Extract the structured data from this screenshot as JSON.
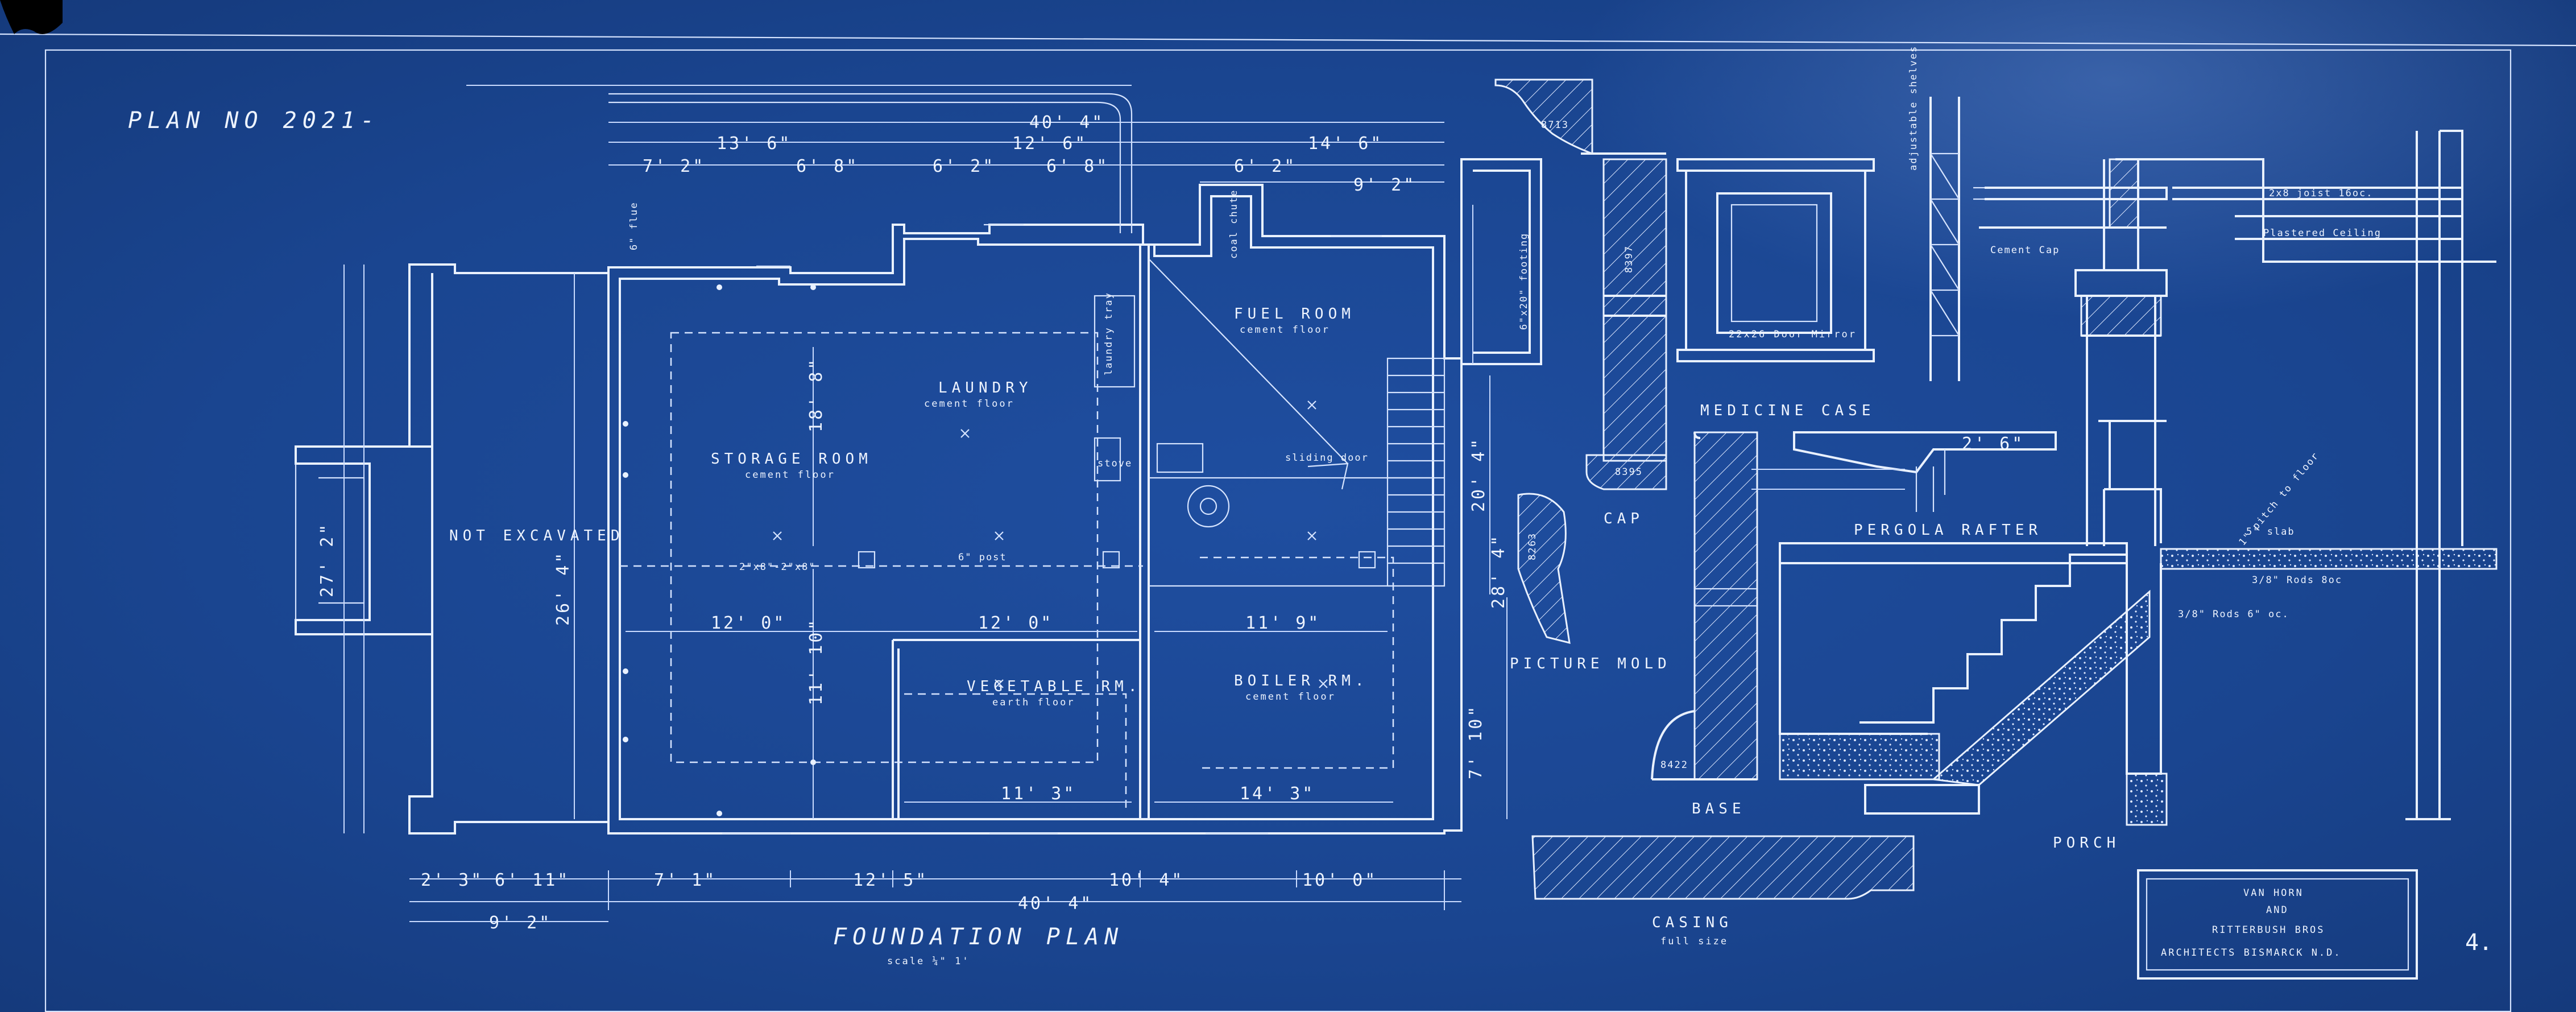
{
  "sheet": {
    "plan_number": "PLAN NO 2021-",
    "page_number": "4."
  },
  "title": {
    "plan_title": "FOUNDATION PLAN",
    "plan_scale": "scale ¼\" 1'"
  },
  "rooms": {
    "not_excavated": "NOT EXCAVATED",
    "storage": "STORAGE ROOM",
    "storage_floor": "cement floor",
    "laundry": "LAUNDRY",
    "laundry_floor": "cement floor",
    "fuel": "FUEL ROOM",
    "fuel_floor": "cement floor",
    "vegetable": "VEGETABLE RM.",
    "vegetable_floor": "earth floor",
    "boiler": "BOILER RM.",
    "boiler_floor": "cement floor"
  },
  "notes": {
    "coal_chute": "coal chute",
    "post": "6\" post",
    "beam": "2\"x8\"-2\"x8\"",
    "footing": "6\"x20\" footing",
    "flue": "6\" flue",
    "laundry_tray": "laundry tray",
    "sliding_door": "sliding door",
    "stove": "stove",
    "joist_note": "2x8 joist 16oc.",
    "plastered_ceiling": "Plastered Ceiling",
    "cement_cap": "Cement Cap",
    "pitch_to_floor": "1\" pitch to floor",
    "slab": "5\" slab",
    "rods_1": "3/8\" Rods 8oc",
    "rods_2": "3/8\" Rods 6\" oc.",
    "adjustable_shelves": "adjustable shelves",
    "mc_size": "22x26 Door Mirror",
    "number_8713": "8713",
    "number_8397": "8397",
    "number_8395": "8395",
    "number_8263": "8263",
    "number_8422": "8422"
  },
  "details": {
    "medicine_case": "MEDICINE CASE",
    "cap": "CAP",
    "picture_mold": "PICTURE MOLD",
    "base": "BASE",
    "casing": "CASING",
    "casing_scale": "full size",
    "pergola_rafter": "PERGOLA RAFTER",
    "porch": "PORCH"
  },
  "architect": {
    "line1": "VAN HORN",
    "line2": "AND",
    "line3": "RITTERBUSH BROS",
    "line4": "ARCHITECTS BISMARCK N.D."
  },
  "dimensions": {
    "top_overall": "40' 4\"",
    "top_a": "13' 6\"",
    "top_b": "12' 6\"",
    "top_c": "14' 6\"",
    "top_row": [
      "7' 2\"",
      "6' 8\"",
      "6' 2\"",
      "6' 8\"",
      "6' 2\"",
      "9' 2\""
    ],
    "bottom_row1": [
      "2' 3\"",
      "6' 11\"",
      "7' 1\"",
      "12' 5\"",
      "10' 4\"",
      "10' 0\""
    ],
    "bottom_overall": "40' 4\"",
    "bottom_left": "9' 2\"",
    "interior_1": "12' 0\"",
    "interior_2": "12' 0\"",
    "interior_3": "11' 9\"",
    "interior_4": "11' 3\"",
    "interior_5": "14' 3\"",
    "left_26": "26' 4\"",
    "left_27": "27' 2\"",
    "side_20": "20' 4\"",
    "side_28": "28' 4\"",
    "side_10": "7' 10\"",
    "stor_v1": "18' 8\"",
    "stor_v2": "11' 10\"",
    "pergola": "2' 6\""
  },
  "colors": {
    "blueprint": "#1c4590",
    "ink": "#e9f1ff"
  }
}
